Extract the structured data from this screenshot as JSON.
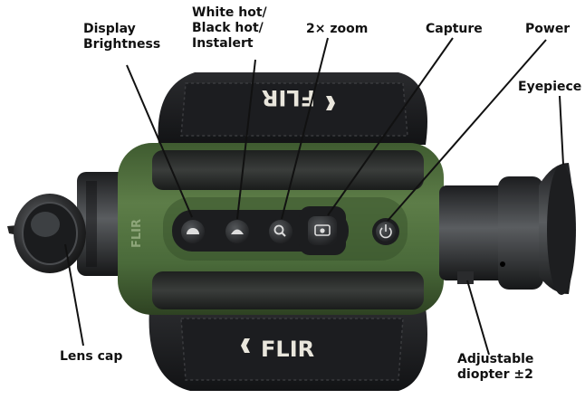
{
  "labels": {
    "display_brightness": [
      "Display",
      "Brightness"
    ],
    "white_hot": [
      "White hot/",
      "Black hot/",
      "Instalert"
    ],
    "zoom": "2× zoom",
    "capture": "Capture",
    "power": "Power",
    "eyepiece": "Eyepiece",
    "lens_cap": "Lens cap",
    "diopter": [
      "Adjustable",
      "diopter ±2"
    ]
  },
  "logos": {
    "strap_top": "FLIR",
    "strap_bottom": "FLIR",
    "body_side": "FLIR"
  },
  "colors": {
    "body_green": "#4a6a3a",
    "body_dark": "#2c2f2c",
    "strap": "#1b1c1e",
    "button": "#2a2c2e",
    "logo_light": "#e9e6dc"
  },
  "icons": {
    "brightness_button": "half-sun-icon",
    "palette_button": "palette-icon",
    "zoom_button": "magnifier-icon",
    "capture_button": "camera-icon",
    "power_button": "power-icon"
  }
}
